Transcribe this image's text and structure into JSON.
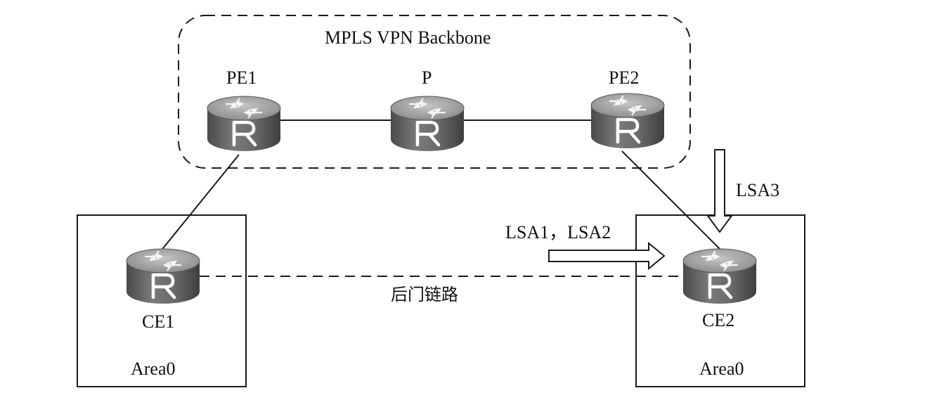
{
  "diagram": {
    "backbone_label": "MPLS VPN Backbone",
    "routers": {
      "pe1": {
        "label": "PE1",
        "icon": "router-icon",
        "glyph": "R"
      },
      "p": {
        "label": "P",
        "icon": "router-icon",
        "glyph": "R"
      },
      "pe2": {
        "label": "PE2",
        "icon": "router-icon",
        "glyph": "R"
      },
      "ce1": {
        "label": "CE1",
        "icon": "router-icon",
        "glyph": "R"
      },
      "ce2": {
        "label": "CE2",
        "icon": "router-icon",
        "glyph": "R"
      }
    },
    "areas": {
      "left": {
        "label": "Area0"
      },
      "right": {
        "label": "Area0"
      }
    },
    "backdoor_link_label": "后门链路",
    "lsa_arrow_down_label": "LSA3",
    "lsa_arrow_right_label": "LSA1，LSA2",
    "colors": {
      "line": "#1a1a1a",
      "router_top": "#9a9a9a",
      "router_body": "#5e5e5e",
      "router_glyph": "#ffffff"
    }
  }
}
